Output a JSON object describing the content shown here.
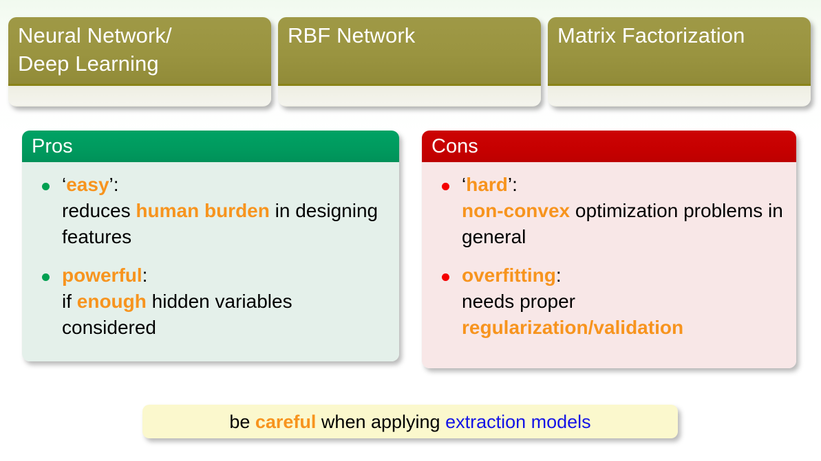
{
  "slide": {
    "background_top_color": "#f1faef",
    "background_bottom_color": "#ffffff"
  },
  "model_boxes": [
    {
      "name": "neural-network-deep-learning",
      "title": "Neural Network/\nDeep Learning",
      "header_color": "#9a9440",
      "footer_color": "#f2f2e9"
    },
    {
      "name": "rbf-network",
      "title": "RBF Network",
      "header_color": "#9a9440",
      "footer_color": "#f2f2e9"
    },
    {
      "name": "matrix-factorization",
      "title": "Matrix Factorization",
      "header_color": "#9a9440",
      "footer_color": "#f2f2e9"
    }
  ],
  "pros": {
    "title": "Pros",
    "header_color": "#009a5e",
    "body_color": "#e4f0ea",
    "bullet_color": "#00a051",
    "items": [
      {
        "lead_quote_open": "‘",
        "lead": "easy",
        "lead_quote_close": "’",
        "lead_suffix": ":",
        "detail_pre": "reduces ",
        "detail_hl": "human burden",
        "detail_post": " in designing features"
      },
      {
        "lead_quote_open": "",
        "lead": "powerful",
        "lead_quote_close": "",
        "lead_suffix": ":",
        "detail_pre": "if ",
        "detail_hl": "enough",
        "detail_post": " hidden variables considered"
      }
    ]
  },
  "cons": {
    "title": "Cons",
    "header_color": "#c60000",
    "body_color": "#f8e7e7",
    "bullet_color": "#f40000",
    "items": [
      {
        "lead_quote_open": "‘",
        "lead": "hard",
        "lead_quote_close": "’",
        "lead_suffix": ":",
        "detail_pre": "",
        "detail_hl": "non-convex",
        "detail_post": " optimization problems in general"
      },
      {
        "lead_quote_open": "",
        "lead": "overfitting",
        "lead_quote_close": "",
        "lead_suffix": ":",
        "detail_pre": "needs proper ",
        "detail_hl": "regularization/validation",
        "detail_post": ""
      }
    ]
  },
  "banner": {
    "background_color": "#fbf8cd",
    "text_pre": "be ",
    "text_hl": "careful",
    "text_mid": " when applying ",
    "text_link": "extraction models",
    "highlight_color": "#f7941e",
    "link_color": "#1414e6"
  }
}
